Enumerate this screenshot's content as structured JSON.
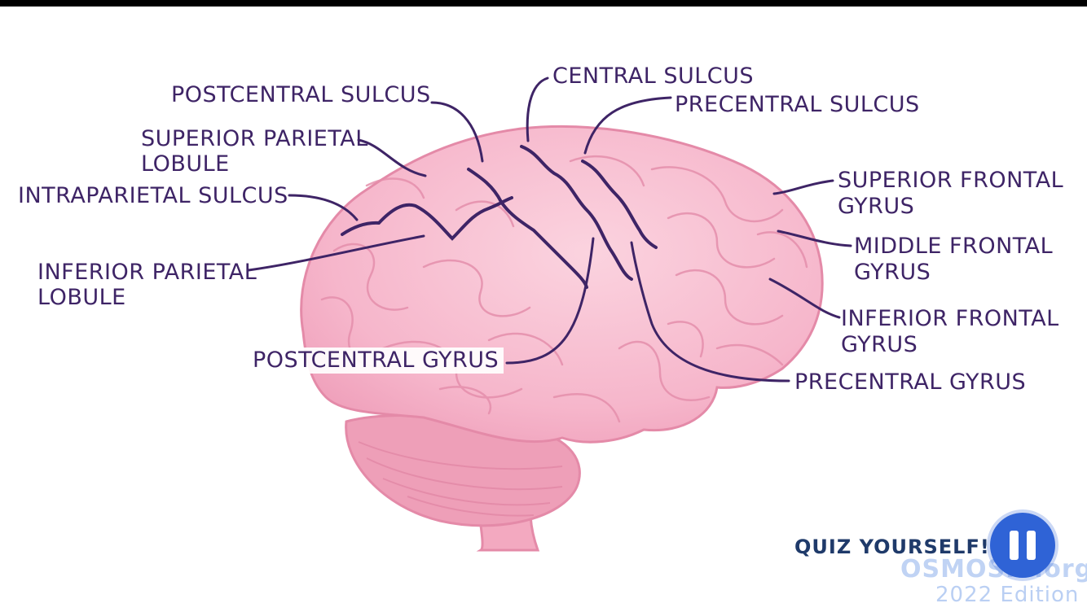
{
  "labels": {
    "postcentral_sulcus": "POSTCENTRAL SULCUS",
    "central_sulcus": "CENTRAL SULCUS",
    "precentral_sulcus": "PRECENTRAL SULCUS",
    "superior_parietal_lobule_1": "SUPERIOR PARIETAL",
    "superior_parietal_lobule_2": "LOBULE",
    "intraparietal_sulcus": "INTRAPARIETAL SULCUS",
    "inferior_parietal_lobule_1": "INFERIOR PARIETAL",
    "inferior_parietal_lobule_2": "LOBULE",
    "postcentral_gyrus": "POSTCENTRAL GYRUS",
    "superior_frontal_gyrus_1": "SUPERIOR FRONTAL",
    "superior_frontal_gyrus_2": "GYRUS",
    "middle_frontal_gyrus_1": "MIDDLE FRONTAL",
    "middle_frontal_gyrus_2": "GYRUS",
    "inferior_frontal_gyrus_1": "INFERIOR FRONTAL",
    "inferior_frontal_gyrus_2": "GYRUS",
    "precentral_gyrus": "PRECENTRAL GYRUS"
  },
  "footer": {
    "quiz_label": "QUIZ YOURSELF!",
    "brand": "OSMOSIS.org",
    "edition": "2022 Edition"
  },
  "colors": {
    "label_text": "#3e2466",
    "leader_line": "#3e2466",
    "brain_fill": "#f6b6cb",
    "brain_outline": "#e48aa8",
    "cerebellum": "#ee9fb8",
    "quiz_text": "#1f3a6a",
    "pause_button": "#2f63d6"
  },
  "icons": {
    "pause_button": "pause-icon"
  }
}
